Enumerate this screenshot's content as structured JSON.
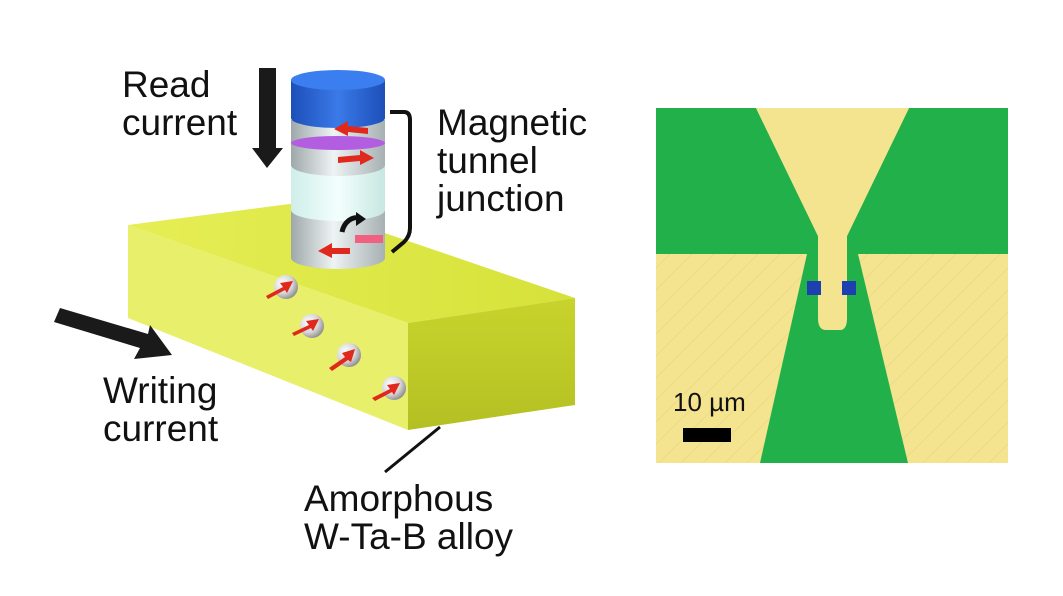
{
  "labels": {
    "read_current": "Read\ncurrent",
    "mtj": "Magnetic\ntunnel\njunction",
    "writing_current": "Writing\ncurrent",
    "alloy": "Amorphous\nW-Ta-B alloy",
    "scale_bar": "10 µm"
  },
  "colors": {
    "alloy_bar": "#dfe840",
    "micro_green": "#22b04a",
    "micro_gold": "#f5e48f",
    "mtj_blue": "#2b67d6",
    "mtj_purple": "#b35ee0",
    "spin_arrow": "#e0281c",
    "current_arrow": "#1a1a1a"
  }
}
